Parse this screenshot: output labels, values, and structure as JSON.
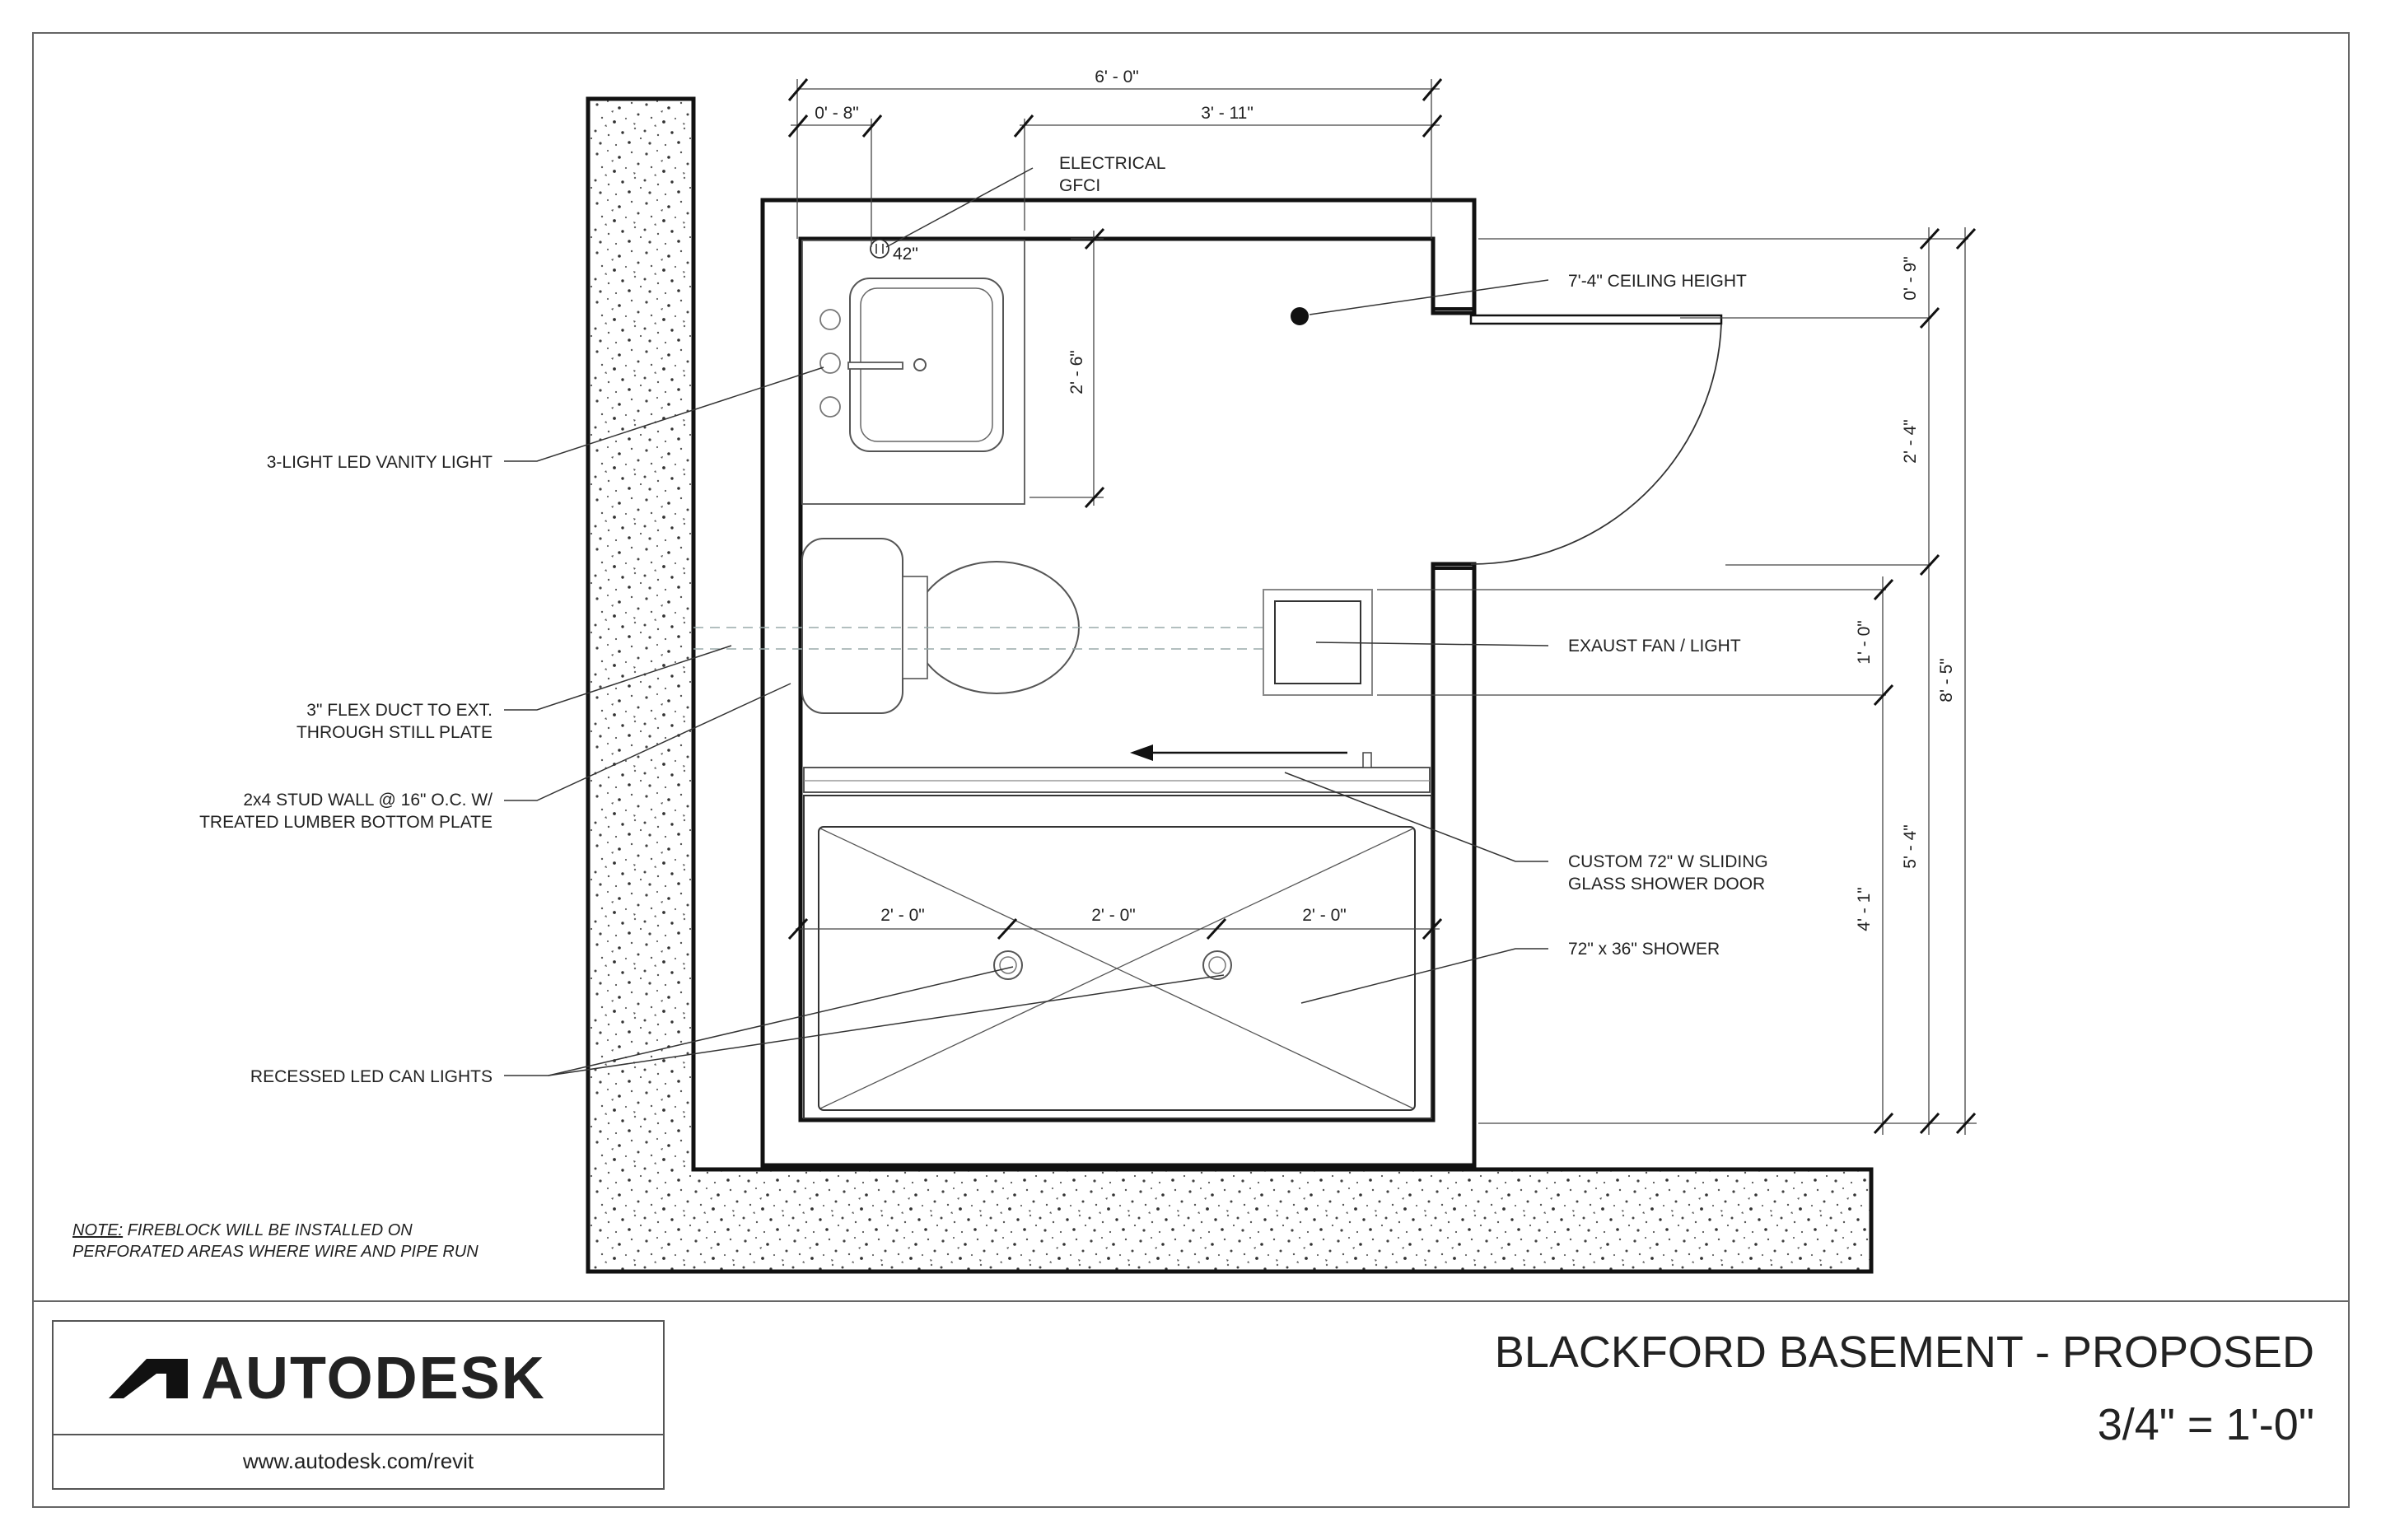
{
  "sheet": {
    "title": "BLACKFORD BASEMENT - PROPOSED",
    "scale": "3/4\" = 1'-0\"",
    "logo_text": "AUTODESK",
    "url": "www.autodesk.com/revit",
    "note_prefix": "NOTE:",
    "note_line1": " FIREBLOCK WILL BE INSTALLED ON",
    "note_line2": "PERFORATED AREAS WHERE WIRE AND PIPE RUN"
  },
  "labels": {
    "electrical": "ELECTRICAL",
    "gfci": "GFCI",
    "outlet_height": "42\"",
    "ceiling": "7'-4\" CEILING HEIGHT",
    "vanity_light": "3-LIGHT LED VANITY LIGHT",
    "duct_line1": "3\" FLEX DUCT TO EXT.",
    "duct_line2": "THROUGH STILL PLATE",
    "stud_line1": "2x4 STUD WALL @ 16\" O.C. W/",
    "stud_line2": "TREATED LUMBER BOTTOM PLATE",
    "fan": "EXAUST FAN / LIGHT",
    "door_line1": "CUSTOM 72\" W SLIDING",
    "door_line2": "GLASS SHOWER DOOR",
    "shower": "72\" x 36\" SHOWER",
    "can_lights": "RECESSED LED CAN LIGHTS"
  },
  "dimensions": {
    "top_overall": "6' - 0\"",
    "top_left": "0' - 8\"",
    "top_right": "3' - 11\"",
    "vanity_depth": "2' - 6\"",
    "right_a": "0' - 9\"",
    "right_b": "2' - 4\"",
    "right_c": "1' - 0\"",
    "right_d": "5' - 4\"",
    "right_e": "4' - 1\"",
    "right_overall": "8' - 5\"",
    "shower_a": "2' - 0\"",
    "shower_b": "2' - 0\"",
    "shower_c": "2' - 0\""
  }
}
